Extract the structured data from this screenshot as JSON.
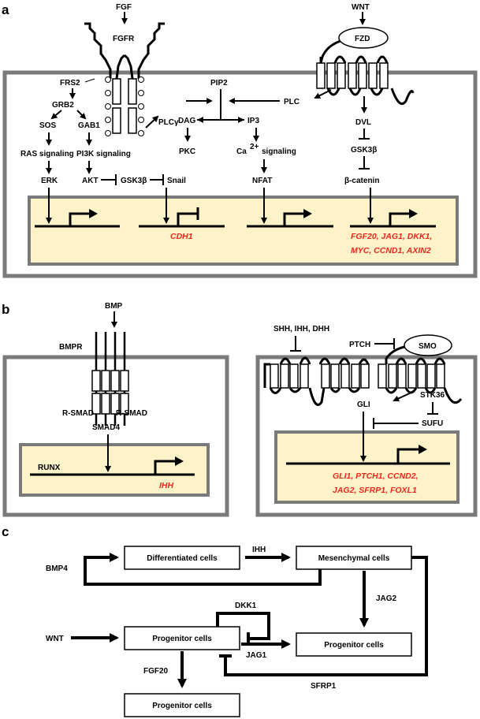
{
  "panels": {
    "a": "a",
    "b": "b",
    "c": "c"
  },
  "colors": {
    "cell_border": "#7a7a7a",
    "nucleus_fill": "#fdf2c8",
    "gene_red": "#e8291c"
  },
  "a": {
    "fgf": "FGF",
    "fgfr": "FGFR",
    "wnt": "WNT",
    "fzd": "FZD",
    "frs2": "FRS2",
    "grb2": "GRB2",
    "sos": "SOS",
    "gab1": "GAB1",
    "ras": "RAS signaling",
    "pi3k": "PI3K  signaling",
    "erk": "ERK",
    "akt": "AKT",
    "gsk3b": "GSK3β",
    "snail": "Snail",
    "plcg": "PLCγ",
    "pip2": "PIP2",
    "plc": "PLC",
    "dag": "DAG",
    "ip3": "IP3",
    "pkc": "PKC",
    "ca": "Ca",
    "ca_sup": "2+",
    "ca_sig": "signaling",
    "nfat": "NFAT",
    "dvl": "DVL",
    "gsk3b_w": "GSK3β",
    "bcat": "β-catenin",
    "cdh1": "CDH1",
    "wnt_genes_1": "FGF20,  JAG1,  DKK1,",
    "wnt_genes_2": "MYC,  CCND1,  AXIN2"
  },
  "b": {
    "bmp": "BMP",
    "bmpr": "BMPR",
    "rsmad1": "R-SMAD",
    "rsmad2": "R-SMAD",
    "smad4": "SMAD4",
    "runx": "RUNX",
    "ihh": "IHH",
    "hh": "SHH,  IHH,  DHH",
    "ptch": "PTCH",
    "smo": "SMO",
    "stk36": "STK36",
    "gli": "GLI",
    "sufu": "SUFU",
    "hh_genes_1": "GLI1,  PTCH1,  CCND2,",
    "hh_genes_2": "JAG2,  SFRP1,  FOXL1"
  },
  "c": {
    "diff": "Differentiated cells",
    "mes": "Mesenchymal cells",
    "prog1": "Progenitor cells",
    "prog2": "Progenitor cells",
    "prog3": "Progenitor cells",
    "bmp4": "BMP4",
    "ihh": "IHH",
    "jag2": "JAG2",
    "dkk1": "DKK1",
    "wnt": "WNT",
    "jag1": "JAG1",
    "fgf20": "FGF20",
    "sfrp1": "SFRP1"
  }
}
